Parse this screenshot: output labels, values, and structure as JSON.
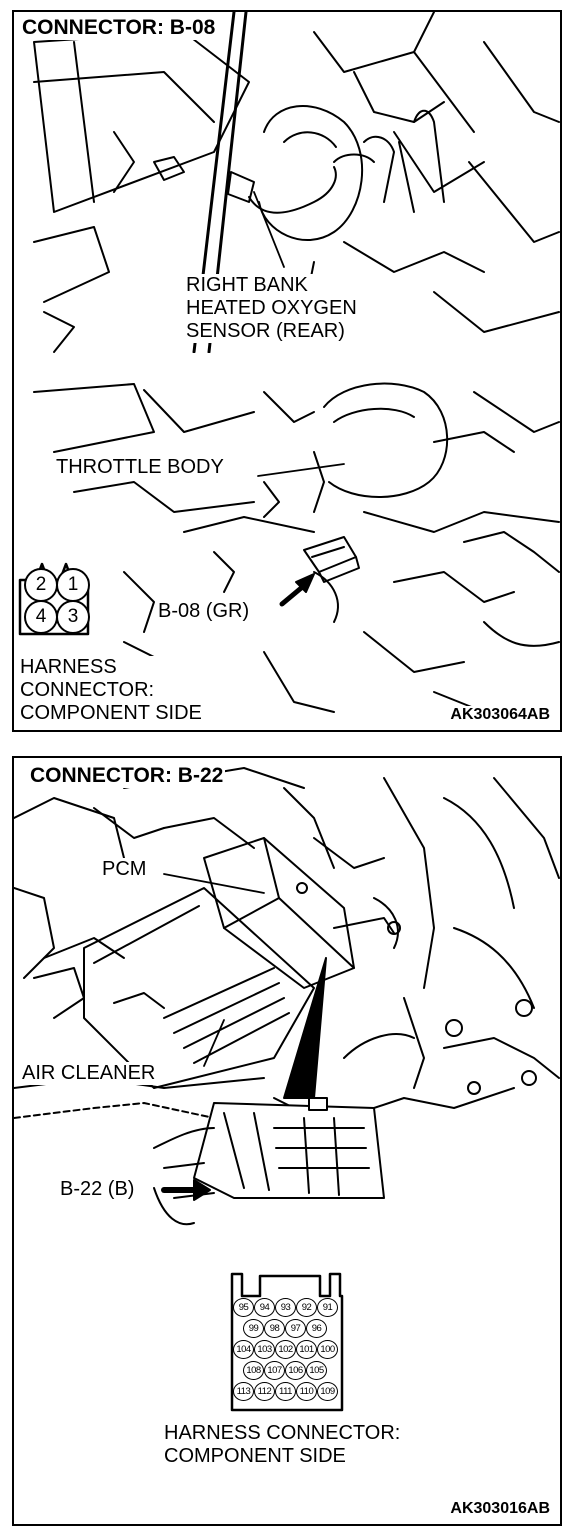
{
  "panel1": {
    "title": "CONNECTOR: B-08",
    "sensor_label": [
      "RIGHT BANK",
      "HEATED OXYGEN",
      "SENSOR (REAR)"
    ],
    "throttle_label": "THROTTLE BODY",
    "connector_label": "B-08 (GR)",
    "harness_label": [
      "HARNESS",
      "CONNECTOR:",
      "COMPONENT SIDE"
    ],
    "pins": [
      "2",
      "1",
      "4",
      "3"
    ],
    "code": "AK303064AB"
  },
  "panel2": {
    "title": "CONNECTOR: B-22",
    "pcm_label": "PCM",
    "air_cleaner_label": "AIR CLEANER",
    "connector_label": "B-22 (B)",
    "pin_rows": [
      [
        "95",
        "94",
        "93",
        "92",
        "91"
      ],
      [
        "99",
        "98",
        "97",
        "96"
      ],
      [
        "104",
        "103",
        "102",
        "101",
        "100"
      ],
      [
        "108",
        "107",
        "106",
        "105"
      ],
      [
        "113",
        "112",
        "111",
        "110",
        "109"
      ]
    ],
    "harness_label": [
      "HARNESS CONNECTOR:",
      "COMPONENT SIDE"
    ],
    "code": "AK303016AB"
  }
}
